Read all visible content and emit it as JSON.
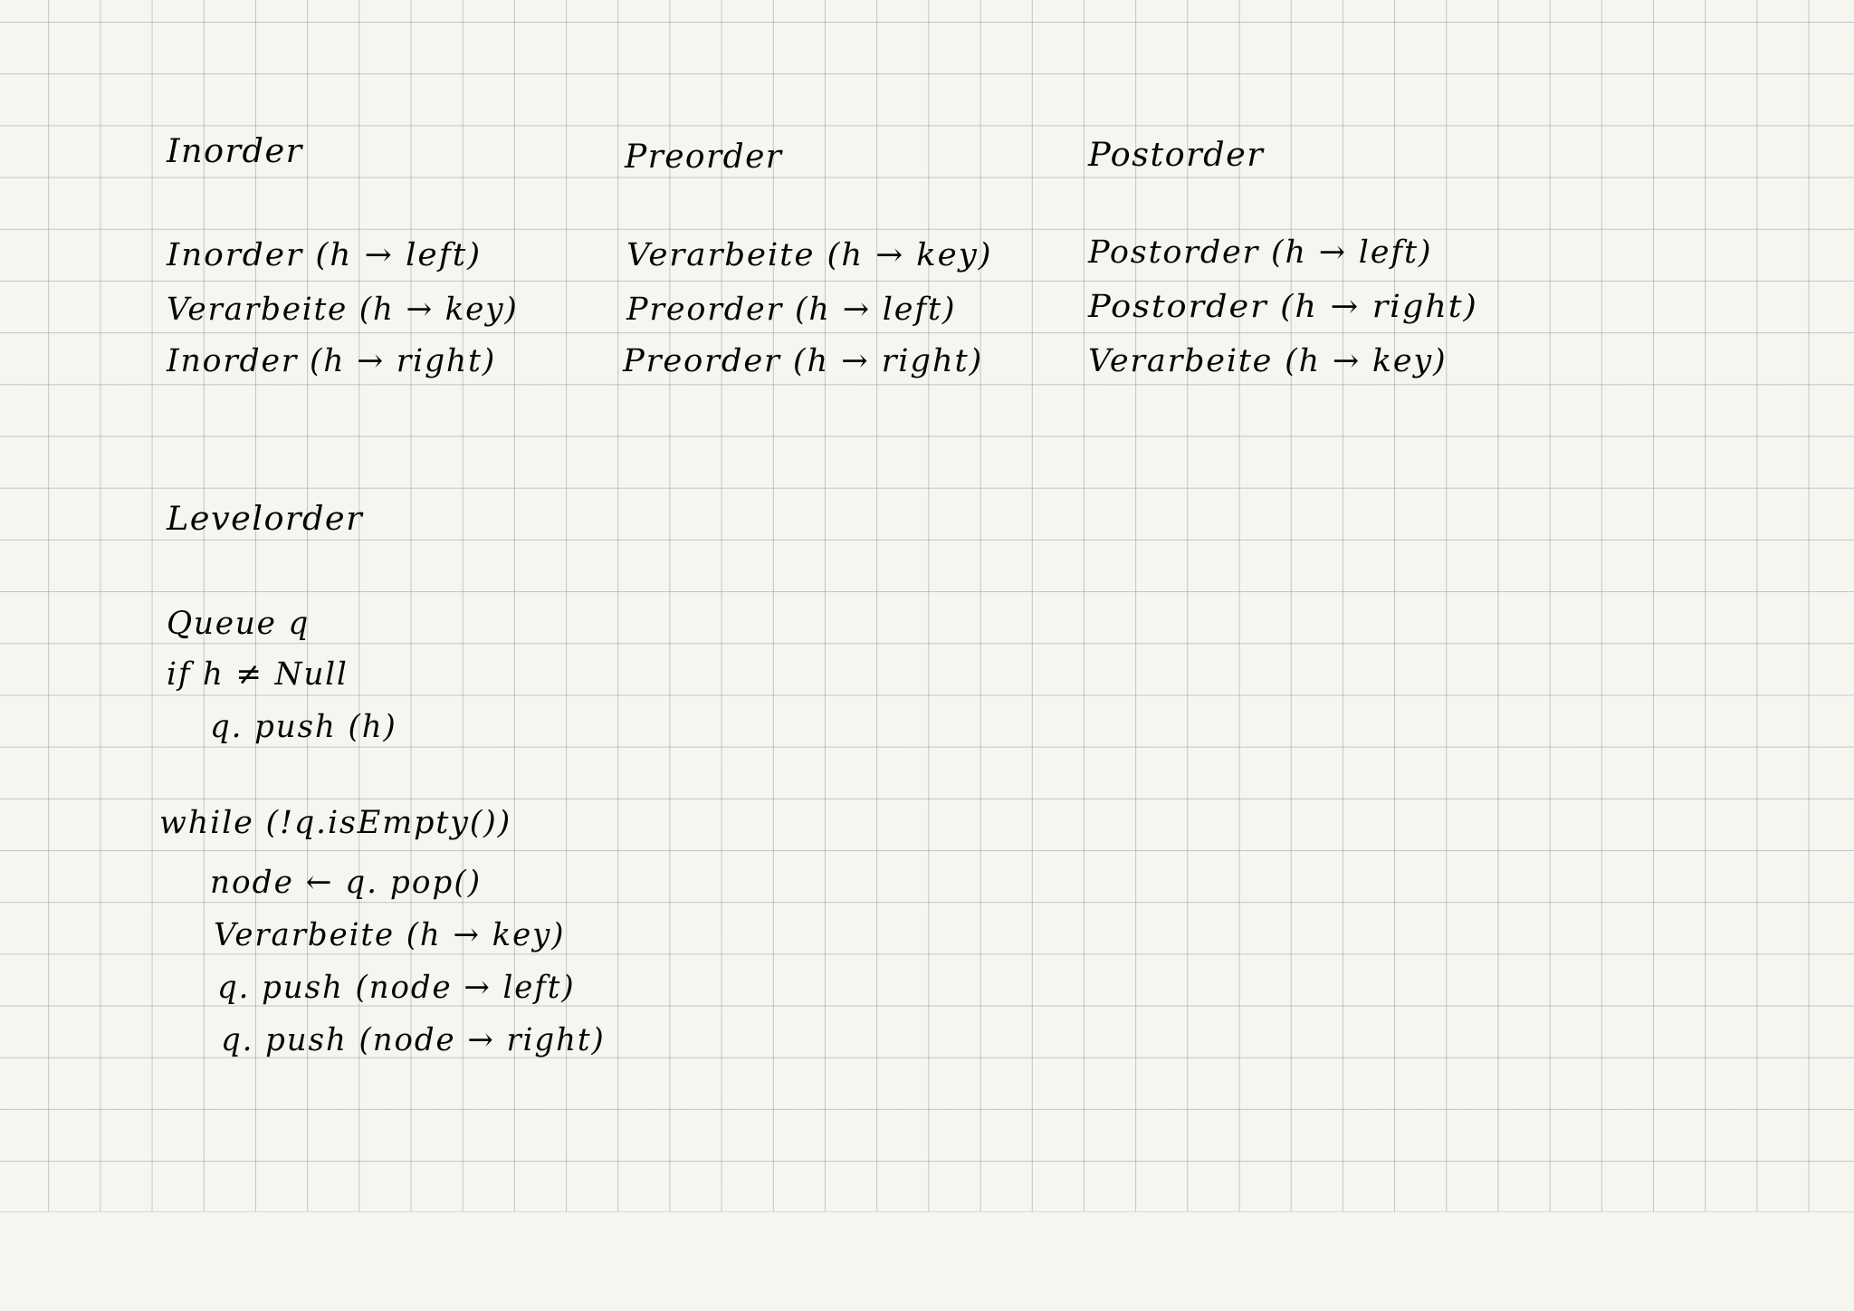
{
  "notes": {
    "inorder": {
      "heading": "Inorder",
      "lines": [
        "Inorder (h → left)",
        "Verarbeite (h → key)",
        "Inorder (h → right)"
      ]
    },
    "preorder": {
      "heading": "Preorder",
      "lines": [
        "Verarbeite (h → key)",
        "Preorder (h → left)",
        "Preorder (h → right)"
      ]
    },
    "postorder": {
      "heading": "Postorder",
      "lines": [
        "Postorder (h → left)",
        "Postorder (h → right)",
        "Verarbeite (h → key)"
      ]
    },
    "levelorder": {
      "heading": "Levelorder",
      "lines": [
        "Queue q",
        "if h ≠ Null",
        "q. push (h)",
        "while (!q.isEmpty())",
        "node ← q. pop()",
        "Verarbeite (h → key)",
        "q. push (node → left)",
        "q. push (node → right)"
      ]
    }
  }
}
